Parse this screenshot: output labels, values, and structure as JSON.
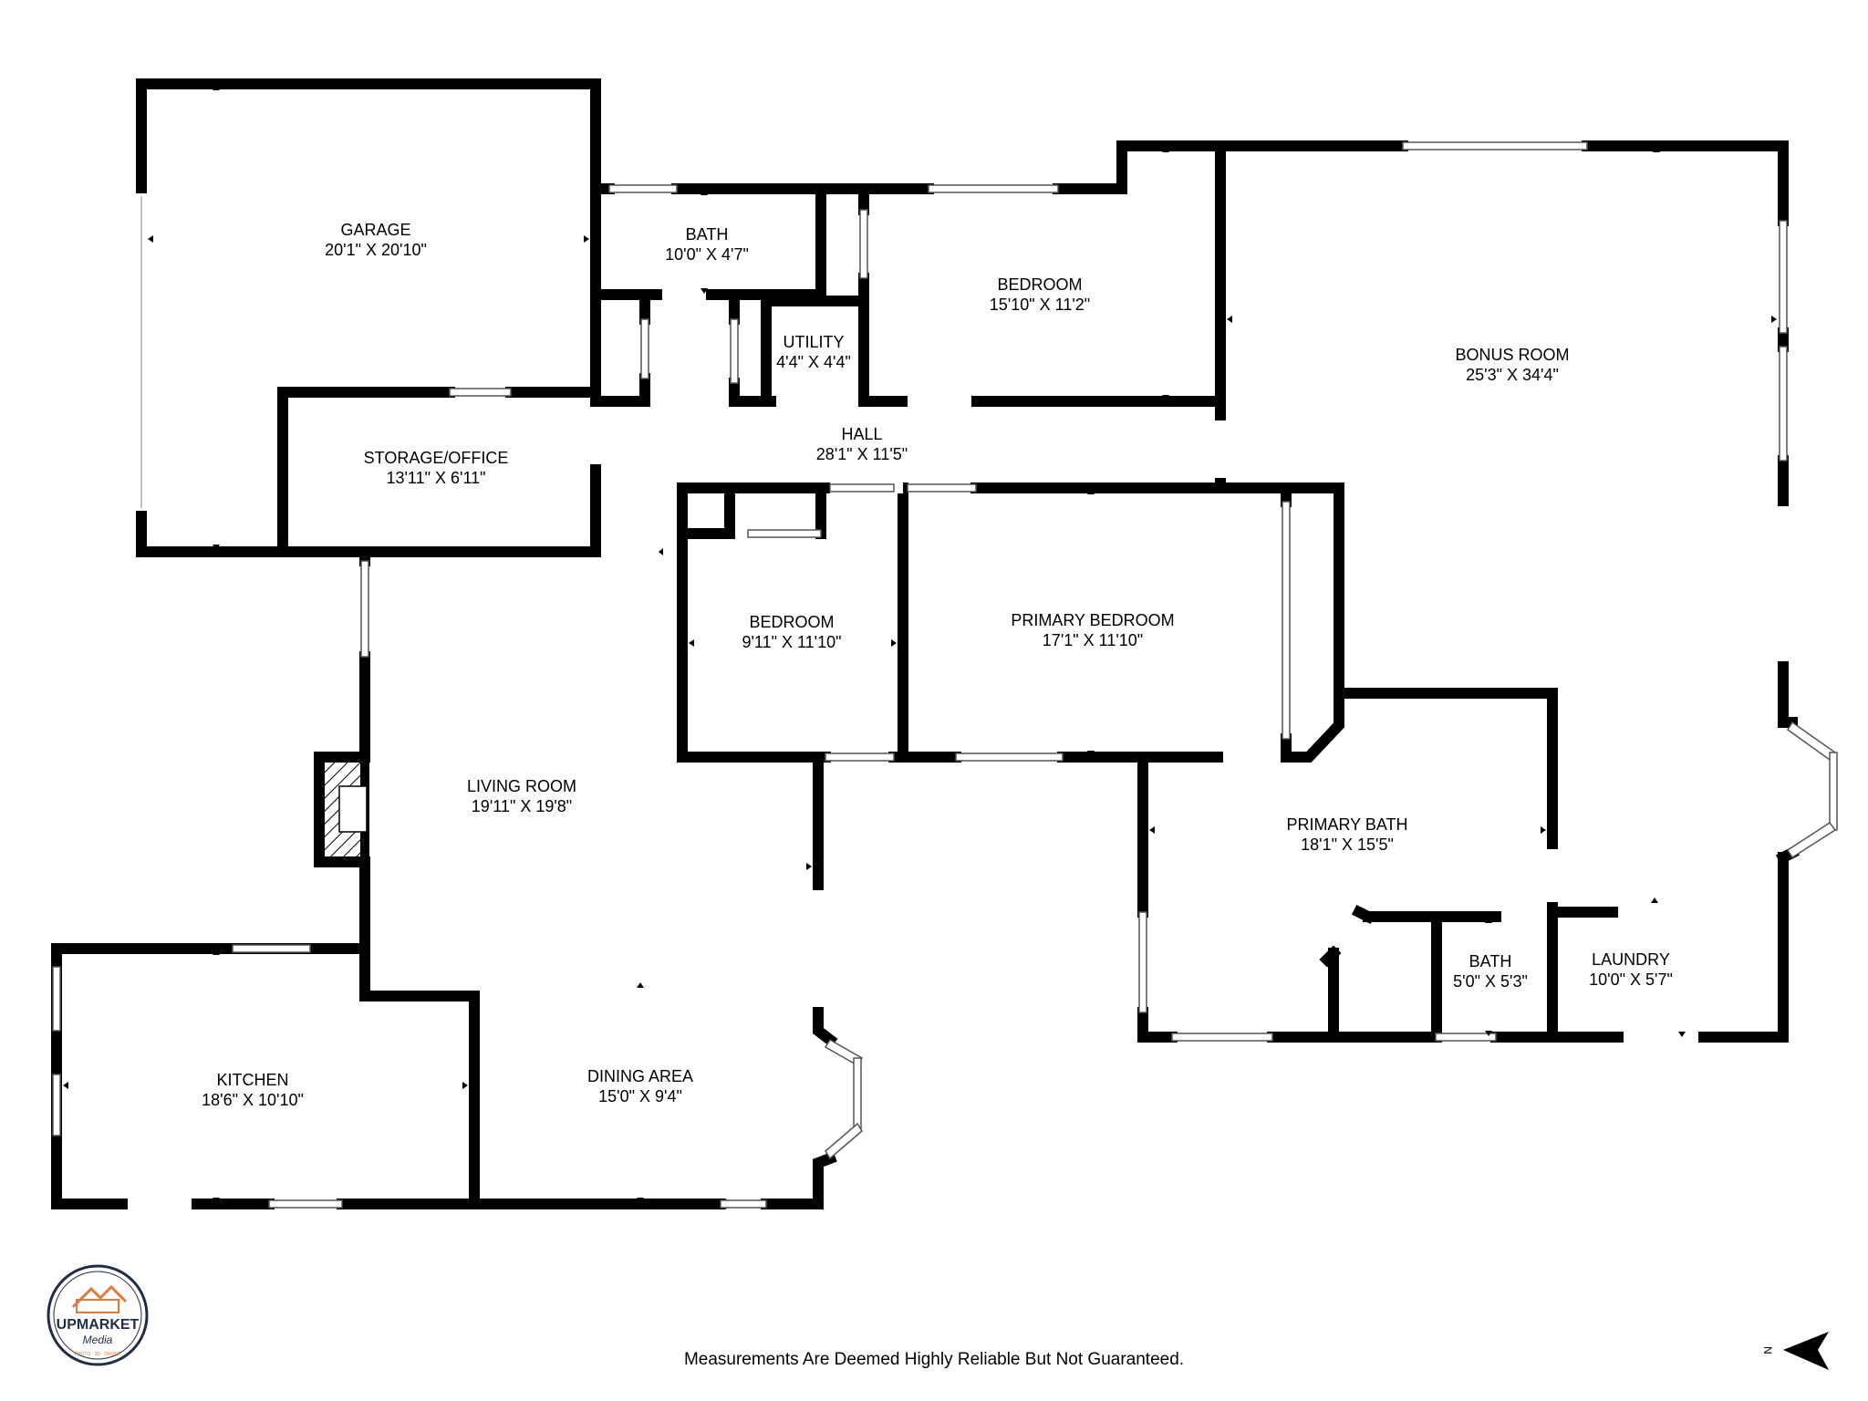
{
  "rooms": [
    {
      "id": "garage",
      "name": "GARAGE",
      "dims": "20'1\" X 20'10\""
    },
    {
      "id": "bath1",
      "name": "BATH",
      "dims": "10'0\" X 4'7\""
    },
    {
      "id": "bedroom1",
      "name": "BEDROOM",
      "dims": "15'10\" X 11'2\""
    },
    {
      "id": "bonus",
      "name": "BONUS ROOM",
      "dims": "25'3\" X 34'4\""
    },
    {
      "id": "utility",
      "name": "UTILITY",
      "dims": "4'4\" X 4'4\""
    },
    {
      "id": "hall",
      "name": "HALL",
      "dims": "28'1\" X 11'5\""
    },
    {
      "id": "storage",
      "name": "STORAGE/OFFICE",
      "dims": "13'11\" X 6'11\""
    },
    {
      "id": "bedroom2",
      "name": "BEDROOM",
      "dims": "9'11\" X 11'10\""
    },
    {
      "id": "primary_bedroom",
      "name": "PRIMARY BEDROOM",
      "dims": "17'1\" X 11'10\""
    },
    {
      "id": "living",
      "name": "LIVING ROOM",
      "dims": "19'11\" X 19'8\""
    },
    {
      "id": "primary_bath",
      "name": "PRIMARY BATH",
      "dims": "18'1\" X 15'5\""
    },
    {
      "id": "bath2",
      "name": "BATH",
      "dims": "5'0\" X 5'3\""
    },
    {
      "id": "laundry",
      "name": "LAUNDRY",
      "dims": "10'0\" X 5'7\""
    },
    {
      "id": "kitchen",
      "name": "KITCHEN",
      "dims": "18'6\" X 10'10\""
    },
    {
      "id": "dining",
      "name": "DINING AREA",
      "dims": "15'0\" X 9'4\""
    }
  ],
  "footer": {
    "disclaimer": "Measurements Are Deemed Highly Reliable But Not Guaranteed."
  },
  "logo": {
    "name": "UPMARKET",
    "sub": "Media",
    "tagline": "PHOTO · 3D · DRONE"
  },
  "compass": {
    "label": "N"
  },
  "colors": {
    "wall": "#000000",
    "logo_orange": "#e07a3c",
    "logo_navy": "#1f2d4a"
  }
}
